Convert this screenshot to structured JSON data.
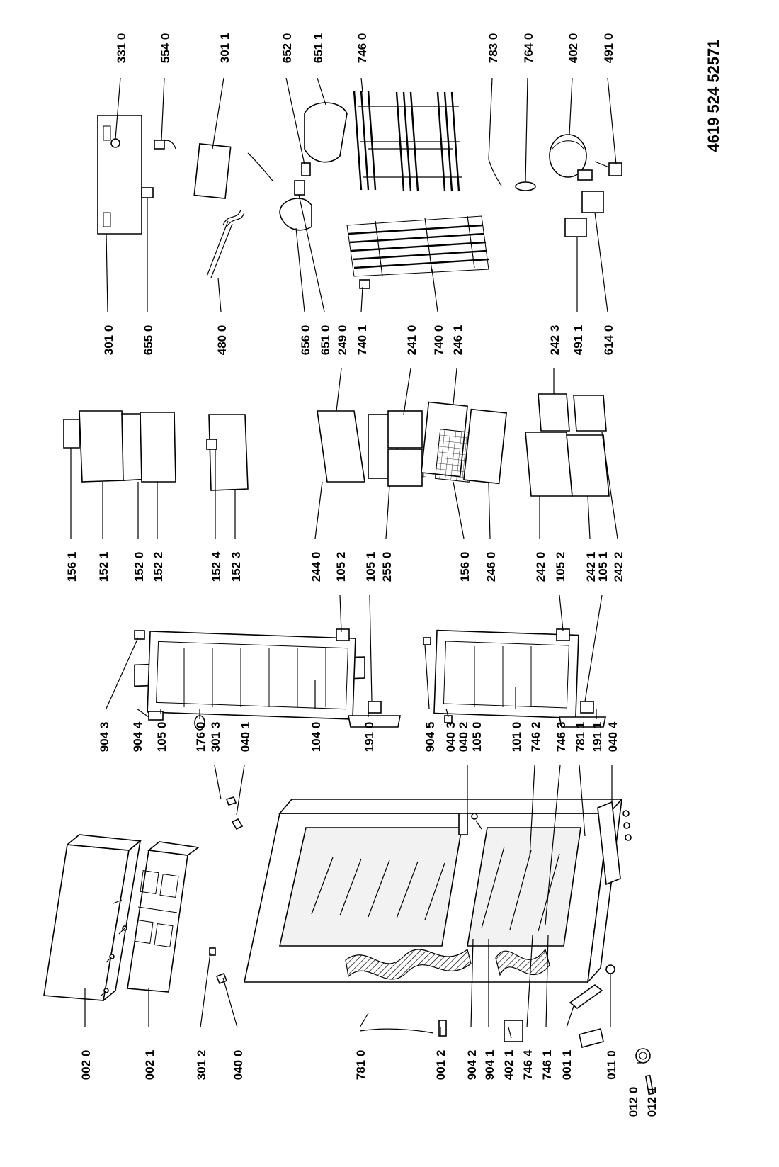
{
  "document_number": "4619 524 52571",
  "part_labels": [
    {
      "id": "lbl-0020",
      "text": "002 0"
    },
    {
      "id": "lbl-0021",
      "text": "002 1"
    },
    {
      "id": "lbl-3012",
      "text": "301 2"
    },
    {
      "id": "lbl-0400",
      "text": "040 0"
    },
    {
      "id": "lbl-7810",
      "text": "781 0"
    },
    {
      "id": "lbl-0012",
      "text": "001 2"
    },
    {
      "id": "lbl-9042",
      "text": "904 2"
    },
    {
      "id": "lbl-9041",
      "text": "904 1"
    },
    {
      "id": "lbl-4021",
      "text": "402 1"
    },
    {
      "id": "lbl-7464",
      "text": "746 4"
    },
    {
      "id": "lbl-7461",
      "text": "746 1"
    },
    {
      "id": "lbl-0011",
      "text": "001 1"
    },
    {
      "id": "lbl-0110",
      "text": "011 0"
    },
    {
      "id": "lbl-0120",
      "text": "012 0"
    },
    {
      "id": "lbl-0121",
      "text": "012 1"
    },
    {
      "id": "lbl-9043",
      "text": "904 3"
    },
    {
      "id": "lbl-9044",
      "text": "904 4"
    },
    {
      "id": "lbl-1050a",
      "text": "105 0"
    },
    {
      "id": "lbl-1760",
      "text": "176 0"
    },
    {
      "id": "lbl-3013",
      "text": "301 3"
    },
    {
      "id": "lbl-0401",
      "text": "040 1"
    },
    {
      "id": "lbl-1040",
      "text": "104 0"
    },
    {
      "id": "lbl-1910",
      "text": "191 0"
    },
    {
      "id": "lbl-9045",
      "text": "904 5"
    },
    {
      "id": "lbl-0403",
      "text": "040 3"
    },
    {
      "id": "lbl-0402",
      "text": "040 2"
    },
    {
      "id": "lbl-1050b",
      "text": "105 0"
    },
    {
      "id": "lbl-1010",
      "text": "101 0"
    },
    {
      "id": "lbl-7462",
      "text": "746 2"
    },
    {
      "id": "lbl-7463",
      "text": "746 3"
    },
    {
      "id": "lbl-7811",
      "text": "781 1"
    },
    {
      "id": "lbl-1911",
      "text": "191 1"
    },
    {
      "id": "lbl-0404",
      "text": "040 4"
    },
    {
      "id": "lbl-1561",
      "text": "156 1"
    },
    {
      "id": "lbl-1521",
      "text": "152 1"
    },
    {
      "id": "lbl-1520",
      "text": "152 0"
    },
    {
      "id": "lbl-1522",
      "text": "152 2"
    },
    {
      "id": "lbl-1524",
      "text": "152 4"
    },
    {
      "id": "lbl-1523",
      "text": "152 3"
    },
    {
      "id": "lbl-2440",
      "text": "244 0"
    },
    {
      "id": "lbl-1052a",
      "text": "105 2"
    },
    {
      "id": "lbl-1051a",
      "text": "105 1"
    },
    {
      "id": "lbl-2550",
      "text": "255 0"
    },
    {
      "id": "lbl-1560",
      "text": "156 0"
    },
    {
      "id": "lbl-2460",
      "text": "246 0"
    },
    {
      "id": "lbl-2420",
      "text": "242 0"
    },
    {
      "id": "lbl-1052b",
      "text": "105 2"
    },
    {
      "id": "lbl-2421",
      "text": "242 1"
    },
    {
      "id": "lbl-1051b",
      "text": "105 1"
    },
    {
      "id": "lbl-2422",
      "text": "242 2"
    },
    {
      "id": "lbl-3010",
      "text": "301 0"
    },
    {
      "id": "lbl-6550",
      "text": "655 0"
    },
    {
      "id": "lbl-4800",
      "text": "480 0"
    },
    {
      "id": "lbl-6560",
      "text": "656 0"
    },
    {
      "id": "lbl-6510",
      "text": "651 0"
    },
    {
      "id": "lbl-2490",
      "text": "249 0"
    },
    {
      "id": "lbl-7401",
      "text": "740 1"
    },
    {
      "id": "lbl-2410",
      "text": "241 0"
    },
    {
      "id": "lbl-7400",
      "text": "740 0"
    },
    {
      "id": "lbl-2461",
      "text": "246 1"
    },
    {
      "id": "lbl-2423",
      "text": "242 3"
    },
    {
      "id": "lbl-4911",
      "text": "491 1"
    },
    {
      "id": "lbl-6140",
      "text": "614 0"
    },
    {
      "id": "lbl-3310",
      "text": "331 0"
    },
    {
      "id": "lbl-5540",
      "text": "554 0"
    },
    {
      "id": "lbl-3011",
      "text": "301 1"
    },
    {
      "id": "lbl-6520",
      "text": "652 0"
    },
    {
      "id": "lbl-6511",
      "text": "651 1"
    },
    {
      "id": "lbl-7460",
      "text": "746 0"
    },
    {
      "id": "lbl-7830",
      "text": "783 0"
    },
    {
      "id": "lbl-7640",
      "text": "764 0"
    },
    {
      "id": "lbl-4020",
      "text": "402 0"
    },
    {
      "id": "lbl-4910",
      "text": "491 0"
    }
  ]
}
